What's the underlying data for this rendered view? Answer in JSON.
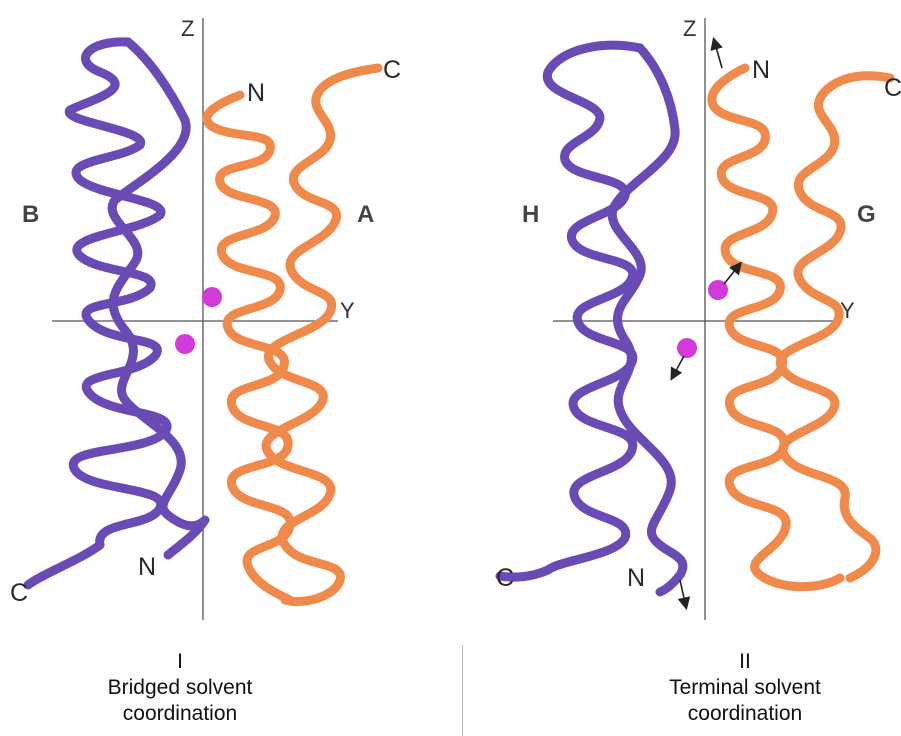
{
  "colors": {
    "chain_purple": "#6a4ab4",
    "chain_orange": "#f08a4b",
    "ion": "#d23ad9"
  },
  "panels": [
    {
      "numeral": "I",
      "caption_line1": "Bridged solvent",
      "caption_line2": "coordination",
      "axis_z": "Z",
      "axis_y": "Y",
      "left_chain": "B",
      "right_chain": "A",
      "left_terminal_top": "",
      "left_bottom_c": "C",
      "left_bottom_n": "N",
      "right_top_n": "N",
      "right_top_c": "C"
    },
    {
      "numeral": "II",
      "caption_line1": "Terminal solvent",
      "caption_line2": "coordination",
      "axis_z": "Z",
      "axis_y": "Y",
      "left_chain": "H",
      "right_chain": "G",
      "left_bottom_c": "C",
      "left_bottom_n": "N",
      "right_top_n": "N",
      "right_top_c": "C"
    }
  ]
}
